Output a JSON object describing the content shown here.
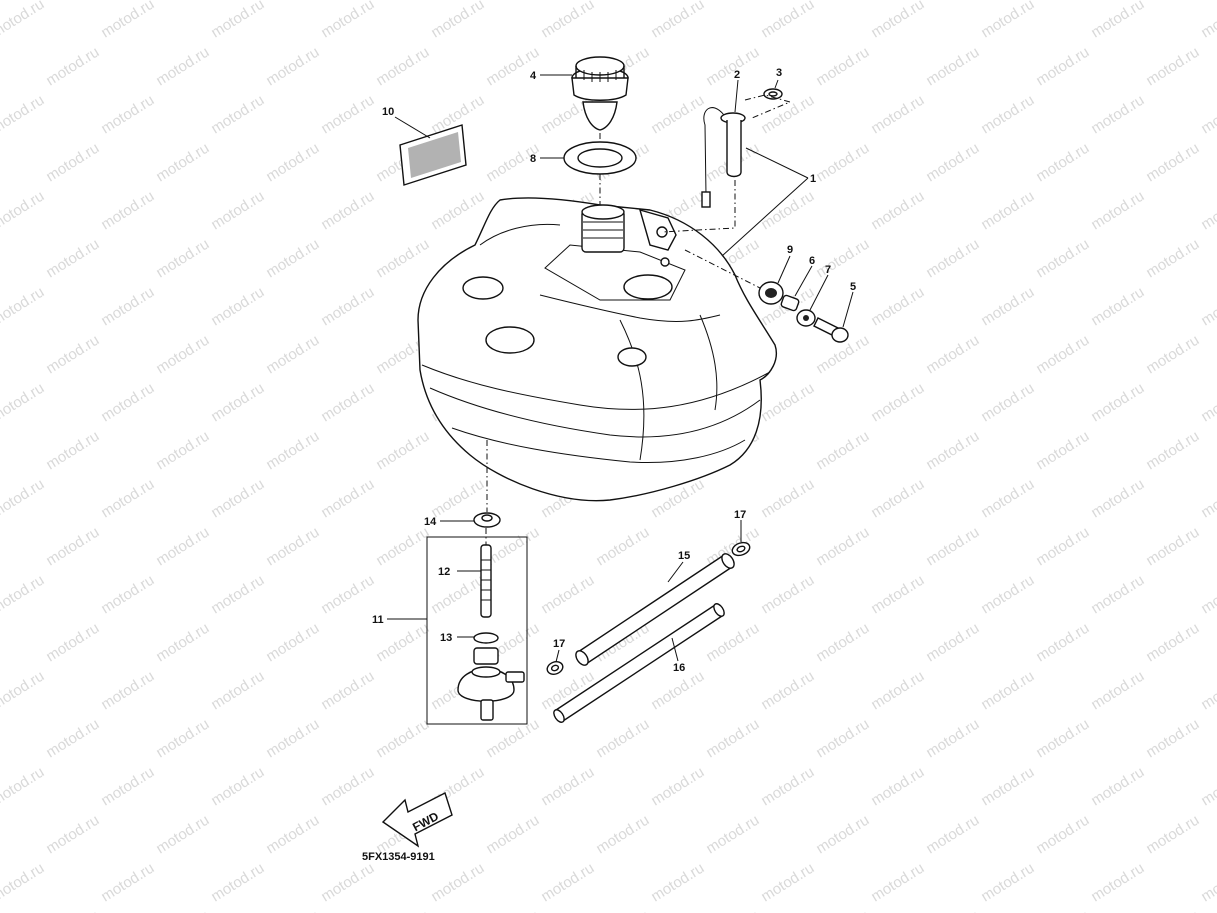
{
  "watermark": "motod.ru",
  "diagram_code": "5FX1354-9191",
  "fwd_label": "FWD",
  "callouts": {
    "c1": "1",
    "c2": "2",
    "c3": "3",
    "c4": "4",
    "c5": "5",
    "c6": "6",
    "c7": "7",
    "c8": "8",
    "c9": "9",
    "c10": "10",
    "c11": "11",
    "c12": "12",
    "c13": "13",
    "c14": "14",
    "c15": "15",
    "c16": "16",
    "c17a": "17",
    "c17b": "17"
  }
}
